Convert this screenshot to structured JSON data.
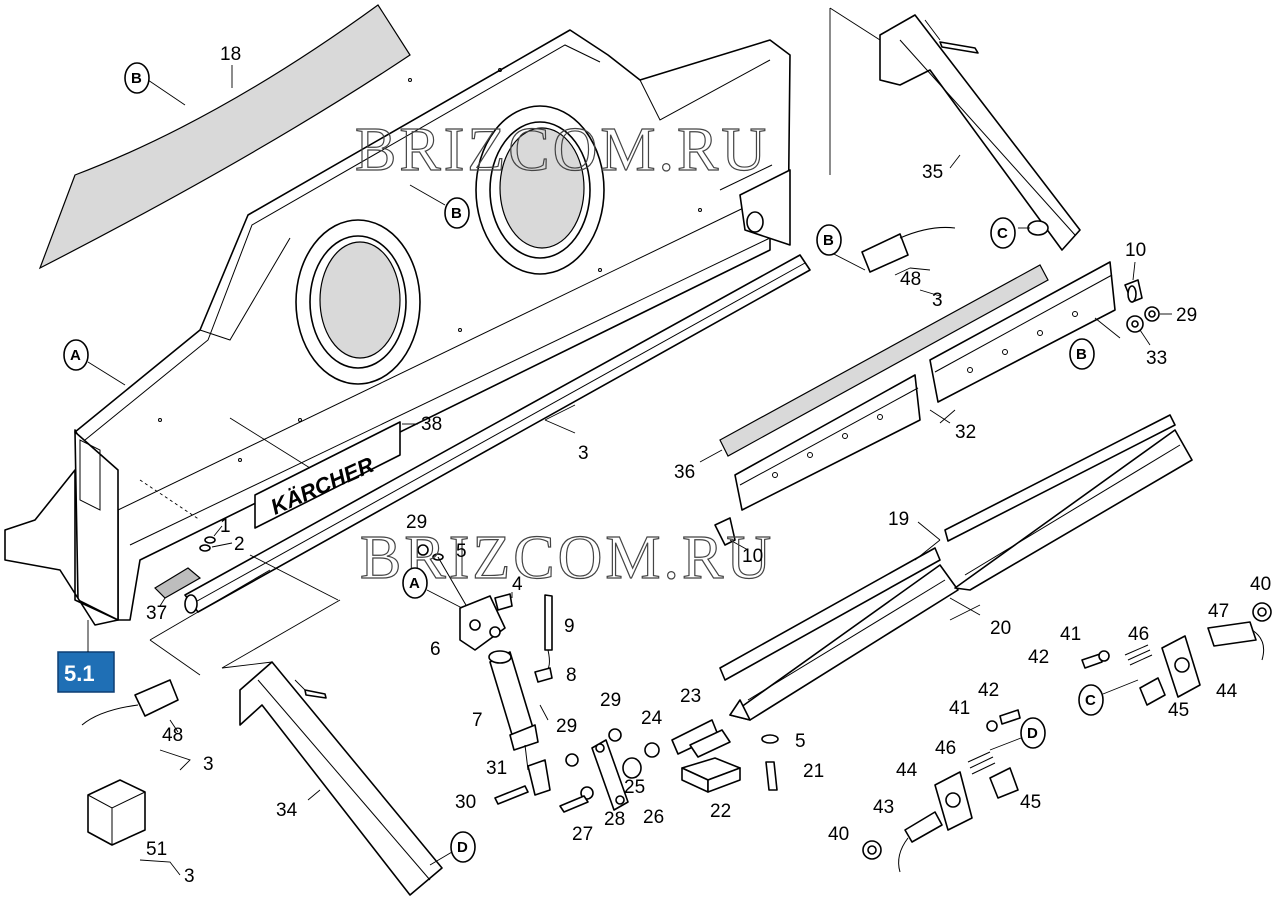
{
  "watermark": "BRIZCOM.RU",
  "brand_logo": "KÄRCHER",
  "section_badge": "5.1",
  "section_badge_color": "#1f6fb5",
  "callouts": [
    "A",
    "B",
    "C",
    "D"
  ],
  "labels": {
    "l18": "18",
    "l35": "35",
    "l10a": "10",
    "l29a": "29",
    "l33": "33",
    "l48a": "48",
    "l3a": "3",
    "l38": "38",
    "l3b": "3",
    "l32": "32",
    "l36": "36",
    "l1": "1",
    "l2": "2",
    "l29b": "29",
    "l5a": "5",
    "l10b": "10",
    "l19": "19",
    "l4": "4",
    "l9": "9",
    "l6": "6",
    "l8": "8",
    "l37": "37",
    "l20": "20",
    "l40a": "40",
    "l41a": "41",
    "l46a": "46",
    "l47": "47",
    "l42a": "42",
    "l44a": "44",
    "l45a": "45",
    "l7": "7",
    "l29c": "29",
    "l29d": "29",
    "l24": "24",
    "l23": "23",
    "l48b": "48",
    "l3c": "3",
    "l5b": "5",
    "l31": "31",
    "l25": "25",
    "l21": "21",
    "l42b": "42",
    "l41b": "41",
    "l46b": "46",
    "l44b": "44",
    "l45b": "45",
    "l34": "34",
    "l30": "30",
    "l27": "27",
    "l28": "28",
    "l26": "26",
    "l22": "22",
    "l43": "43",
    "l40b": "40",
    "l51": "51",
    "l3d": "3"
  }
}
